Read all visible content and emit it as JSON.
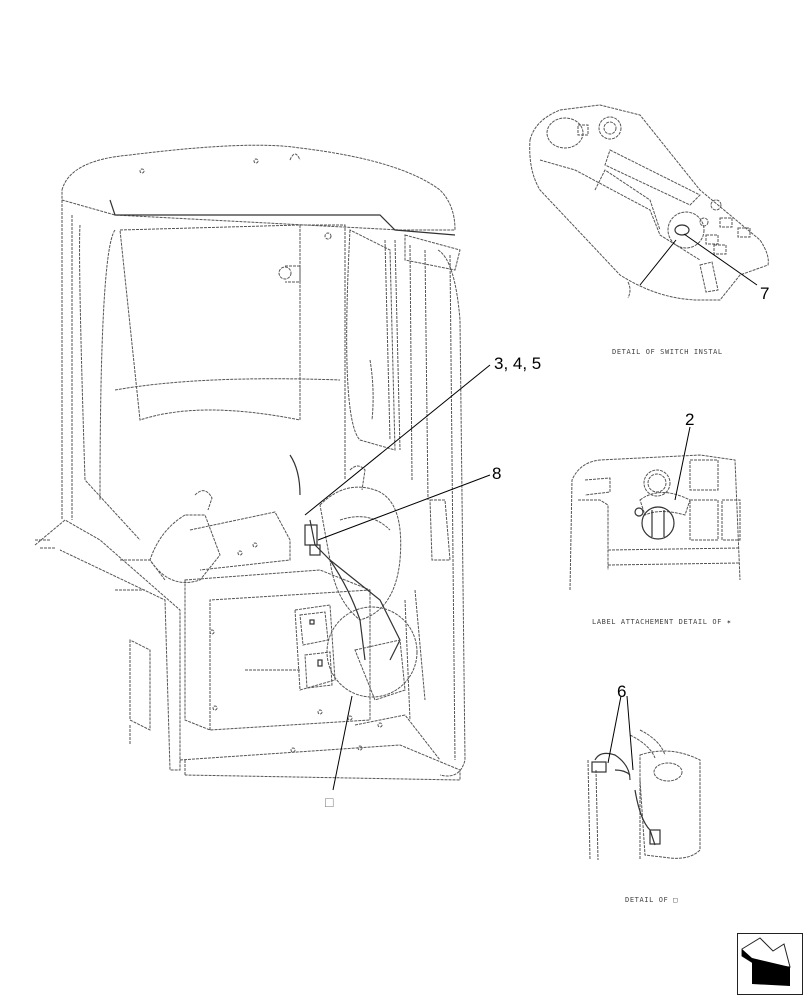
{
  "diagram": {
    "type": "exploded-parts-diagram",
    "subject": "operator cab wiring / switch installation"
  },
  "callouts": [
    {
      "id": "c-345",
      "label": "3, 4, 5"
    },
    {
      "id": "c-8",
      "label": "8"
    },
    {
      "id": "c-7",
      "label": "7"
    },
    {
      "id": "c-2",
      "label": "2"
    },
    {
      "id": "c-6",
      "label": "6"
    },
    {
      "id": "c-q",
      "label": "□"
    }
  ],
  "details": [
    {
      "id": "switch",
      "caption": "DETAIL OF SWITCH INSTAL"
    },
    {
      "id": "label",
      "caption": "LABEL ATTACHEMENT DETAIL OF ✶"
    },
    {
      "id": "q",
      "caption": "DETAIL OF □"
    }
  ],
  "navigation": {
    "icon": "next-page-arrow-icon"
  },
  "colors": {
    "line": "#555555",
    "text": "#000000",
    "background": "#ffffff"
  }
}
